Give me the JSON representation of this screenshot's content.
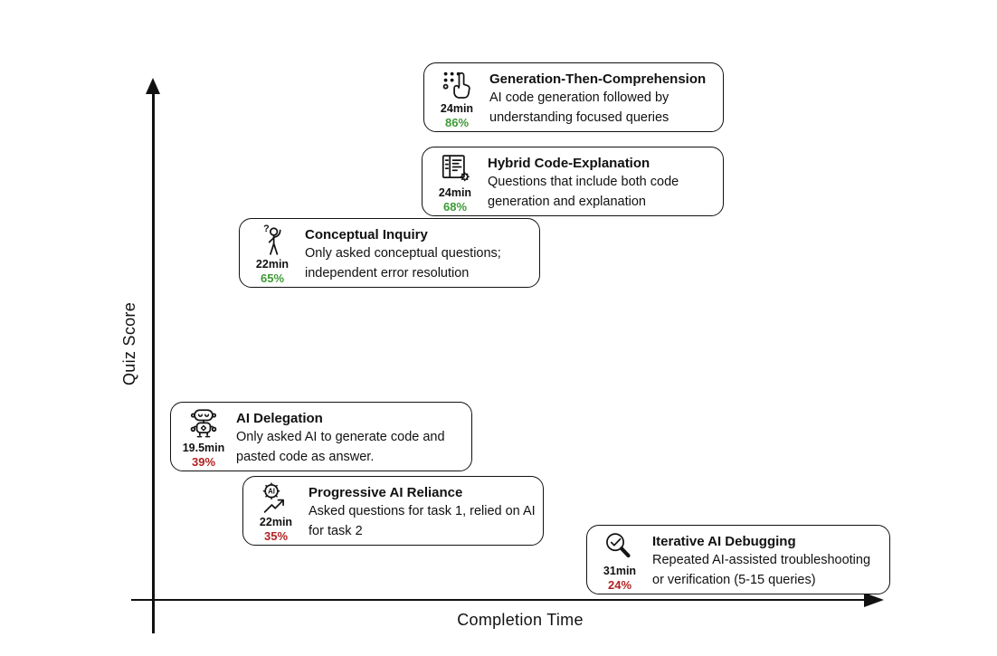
{
  "figure": {
    "type": "annotated-scatter-diagram",
    "x_axis_label": "Completion Time",
    "y_axis_label": "Quiz Score"
  },
  "colors": {
    "high_score_green": "#3d9b35",
    "low_score_red": "#b22222",
    "axis_and_border": "#111111"
  },
  "cards": [
    {
      "icon": "dialpad-hand-icon",
      "title": "Generation-Then-Comprehension",
      "description": "AI code generation followed by understanding focused queries",
      "time": "24min",
      "score": "86%",
      "score_level": "high",
      "score_color": "#3d9b35"
    },
    {
      "icon": "code-document-gear-icon",
      "title": "Hybrid Code-Explanation",
      "description": "Questions that include both code generation and explanation",
      "time": "24min",
      "score": "68%",
      "score_level": "high",
      "score_color": "#3d9b35"
    },
    {
      "icon": "thinking-person-icon",
      "title": "Conceptual Inquiry",
      "description": "Only asked conceptual questions; independent error resolution",
      "time": "22min",
      "score": "65%",
      "score_level": "high",
      "score_color": "#3d9b35"
    },
    {
      "icon": "robot-icon",
      "title": "AI Delegation",
      "description": "Only asked AI to generate code and pasted code as answer.",
      "time": "19.5min",
      "score": "39%",
      "score_level": "low",
      "score_color": "#b22222"
    },
    {
      "icon": "ai-gear-trend-icon",
      "title": "Progressive AI Reliance",
      "description": "Asked questions for task 1, relied on AI for task 2",
      "time": "22min",
      "score": "35%",
      "score_level": "low",
      "score_color": "#b22222"
    },
    {
      "icon": "magnifier-check-icon",
      "title": "Iterative AI Debugging",
      "description": "Repeated AI-assisted troubleshooting or verification (5-15 queries)",
      "time": "31min",
      "score": "24%",
      "score_level": "low",
      "score_color": "#b22222"
    }
  ]
}
